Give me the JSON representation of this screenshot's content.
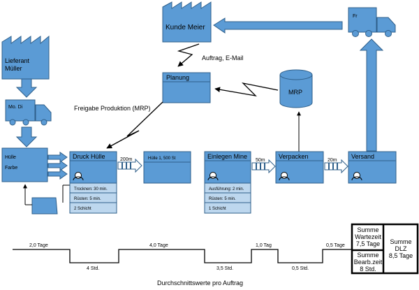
{
  "customer": {
    "label": "Kunde Meier"
  },
  "supplier": {
    "label_line1": "Lieferant",
    "label_line2": "Müller"
  },
  "trucks": {
    "inbound_label": "Mo. Di",
    "outbound_label": "Fr"
  },
  "info_flows": {
    "order_label": "Auftrag, E-Mail",
    "release_label": "Freigabe Produktion (MRP)"
  },
  "planning": {
    "label": "Planung"
  },
  "mrp": {
    "label": "MRP"
  },
  "raw_inventory": {
    "line1": "Hülle",
    "line2": "Farbe"
  },
  "processes": {
    "druck": {
      "label": "Druck Hülle",
      "data": [
        "Trocknen: 30 min.",
        "Rüsten: 5 min.",
        "2 Schicht"
      ]
    },
    "buffer": {
      "label": "Hülle 1, 500 St"
    },
    "einlegen": {
      "label": "Einlegen Mine",
      "data": [
        "Ausführung: 2 min.",
        "Rüsten: 5 min.",
        "1 Schicht"
      ]
    },
    "verpacken": {
      "label": "Verpacken"
    },
    "versand": {
      "label": "Versand"
    }
  },
  "push_arrows": [
    "200m",
    "50m",
    "20m"
  ],
  "timeline": {
    "wait_times": [
      "2,0 Tage",
      "4,0 Tage",
      "1,0 Tag",
      "0,5 Tage"
    ],
    "process_times": [
      "4 Std.",
      "3,5 Std.",
      "0,5 Std."
    ],
    "caption": "Durchschnittswerte pro Auftrag"
  },
  "summary": {
    "wait_lines": [
      "Summe",
      "Wartezeit",
      "7,5 Tage"
    ],
    "proc_lines": [
      "Summe",
      "Bearb.zeit",
      "8 Std."
    ],
    "dlz_lines": [
      "Summe",
      "DLZ",
      "8,5 Tage"
    ]
  },
  "colors": {
    "fill": "#5b9bd5",
    "light": "#bdd7ee",
    "stroke": "#2f5f8a"
  }
}
